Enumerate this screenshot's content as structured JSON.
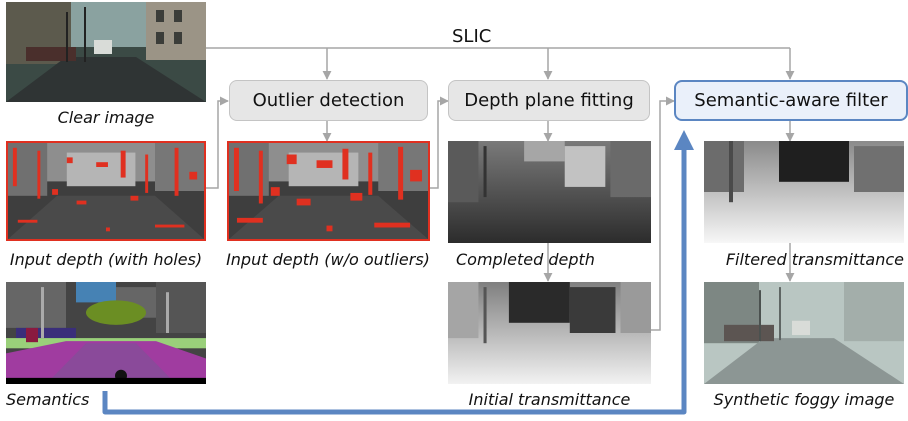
{
  "top_label": "SLIC",
  "boxes": {
    "outlier": "Outlier detection",
    "depth_fit": "Depth plane fitting",
    "semantic_filter": "Semantic-aware filter"
  },
  "captions": {
    "clear": "Clear image",
    "input_holes": "Input depth (with holes)",
    "input_no_outliers": "Input depth (w/o outliers)",
    "completed": "Completed depth",
    "initial_trans": "Initial transmittance",
    "filtered_trans": "Filtered transmittance",
    "semantics": "Semantics",
    "foggy": "Synthetic foggy image"
  },
  "colors": {
    "arrow_gray": "#a6a6a6",
    "arrow_blue": "#5b86c2",
    "outlier_red": "#e03020"
  }
}
